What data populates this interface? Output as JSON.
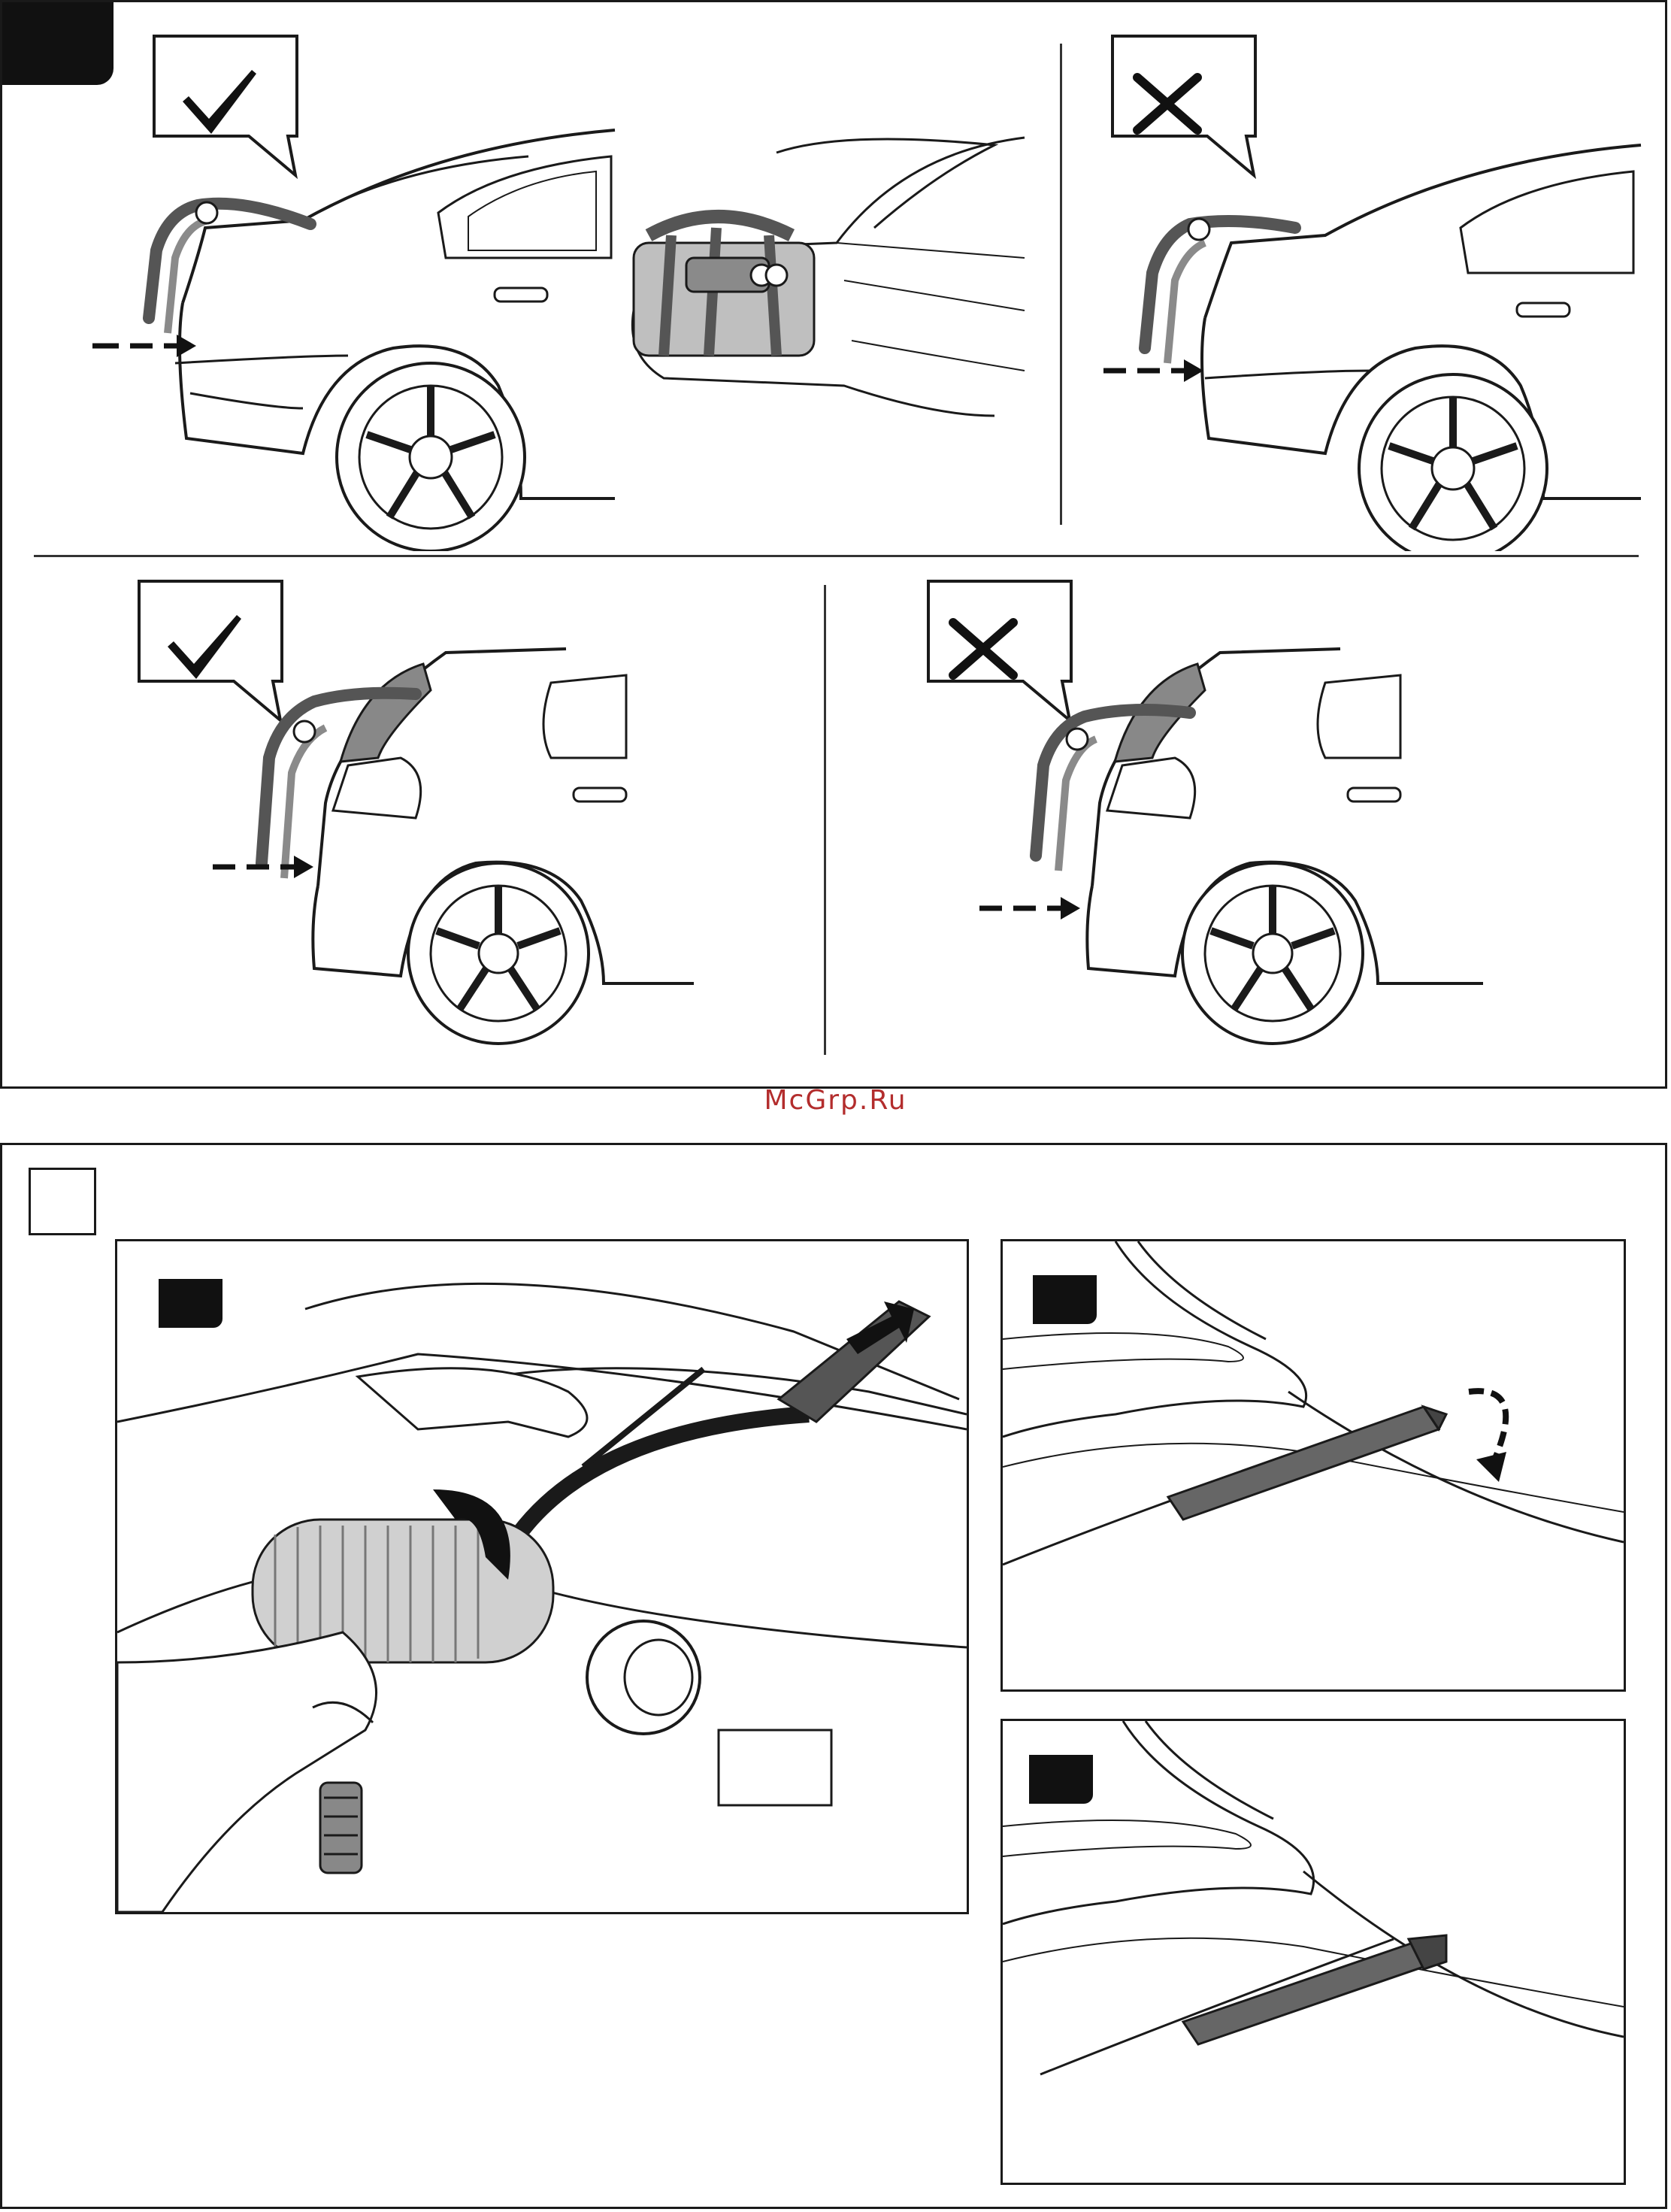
{
  "watermark": {
    "text": "McGrp.Ru",
    "color": "#b32d2d"
  },
  "top_panel": {
    "sedan_correct": {
      "mark": "check-mark"
    },
    "sedan_wrong": {
      "mark": "x-mark"
    },
    "hatch_correct": {
      "mark": "check-mark"
    },
    "hatch_wrong": {
      "mark": "x-mark"
    }
  },
  "bottom_panel": {
    "sub_steps": [
      "strap-pull",
      "strap-seat",
      "strap-final"
    ]
  },
  "colors": {
    "ink": "#1a1a1a",
    "rack": "#555555",
    "rack_light": "#8a8a8a",
    "panel_gray": "#bfbfbf"
  }
}
